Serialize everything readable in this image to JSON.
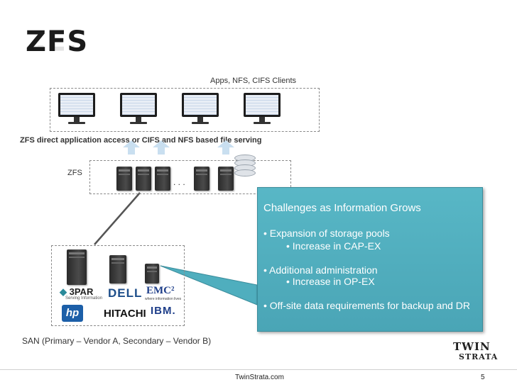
{
  "title": "ZFS",
  "clients_label": "Apps, NFS, CIFS Clients",
  "access_label": "ZFS direct application access or CIFS and NFS based file serving",
  "zfs_label": "ZFS",
  "ellipsis": ". . .",
  "san_label": "SAN (Primary – Vendor A, Secondary – Vendor B)",
  "vendors": {
    "threepar": "3PAR",
    "threepar_tag": "Serving Information",
    "dell": "DELL",
    "emc": "EMC²",
    "emc_tag": "where information lives",
    "hp": "hp",
    "hitachi": "HITACHI",
    "ibm": "IBM."
  },
  "callout": {
    "heading": "Challenges as Information Grows",
    "items": [
      "• Expansion of storage pools",
      "• Increase in CAP-EX",
      "• Additional administration",
      "• Increase in OP-EX",
      "• Off-site data requirements for backup and DR"
    ]
  },
  "brand": {
    "line1": "TWIN",
    "line2": "STRATA"
  },
  "footer": {
    "site": "TwinStrata.com",
    "page": "5"
  },
  "colors": {
    "callout_bg": "#4faebe",
    "arrow": "#c9dff0",
    "connector": "#666666"
  }
}
